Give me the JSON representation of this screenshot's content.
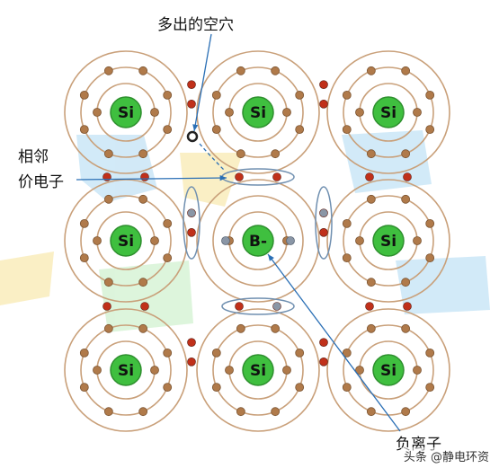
{
  "diagram": {
    "si_label": "Si",
    "b_label": "B-",
    "annotations": {
      "hole": "多出的空穴",
      "neighbor_line1": "相邻",
      "neighbor_line2": "价电子",
      "ion": "负离子"
    },
    "watermark": "头条 @静电环资",
    "colors": {
      "nucleus": "#3fbf3f",
      "nucleus_edge": "#2e8f2e",
      "orbit": "#c9a07a",
      "electron": "#b07a4a",
      "bond_electron": "#c0301a",
      "boron_electron": "#8a96a6",
      "bond_ring": "#6f8fb0",
      "arrow": "#2a6fb5"
    }
  }
}
